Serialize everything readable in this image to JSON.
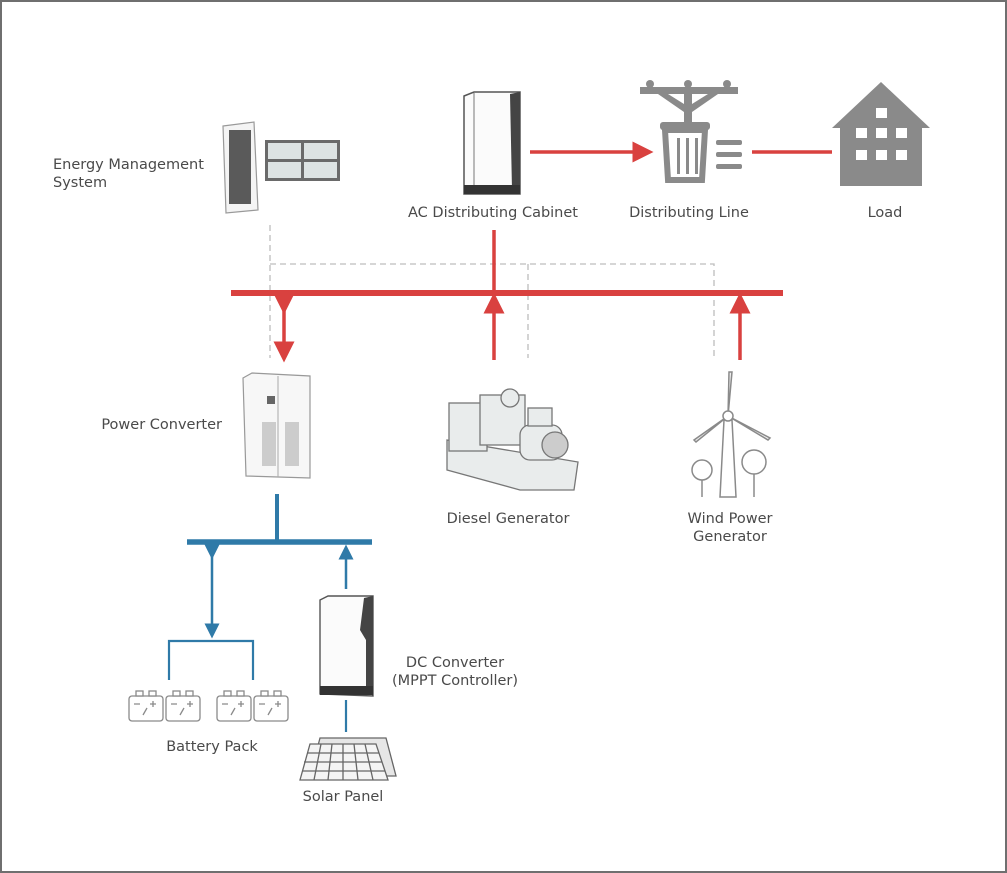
{
  "colors": {
    "ac_bus": "#d9413f",
    "dc_bus": "#2f7aa8",
    "icon_gray": "#8c8c8c",
    "dashed": "#bdbdbd",
    "text": "#4a4a4a"
  },
  "labels": {
    "ems_line1": "Energy Management",
    "ems_line2": "System",
    "ac_cabinet": "AC Distributing Cabinet",
    "distributing_line": "Distributing Line",
    "load": "Load",
    "power_converter": "Power Converter",
    "diesel_generator": "Diesel Generator",
    "wind_line1": "Wind Power",
    "wind_line2": "Generator",
    "dc_converter_line1": "DC Converter",
    "dc_converter_line2": "(MPPT Controller)",
    "battery_pack": "Battery Pack",
    "solar_panel": "Solar Panel"
  }
}
